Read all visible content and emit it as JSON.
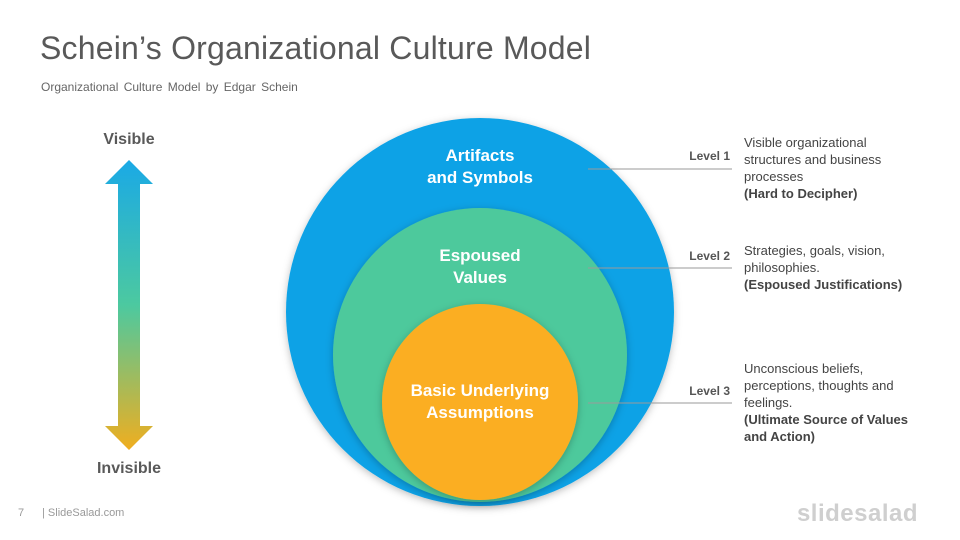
{
  "header": {
    "title": "Schein’s Organizational Culture Model",
    "subtitle": "Organizational Culture Model by Edgar Schein"
  },
  "arrow": {
    "top_label": "Visible",
    "bottom_label": "Invisible",
    "gradient": [
      "#1aa9e6",
      "#4cc9a0",
      "#f0ae1f"
    ]
  },
  "circles": [
    {
      "label_line1": "Artifacts",
      "label_line2": "and Symbols",
      "color": "#0ca2e6"
    },
    {
      "label_line1": "Espoused",
      "label_line2": "Values",
      "color": "#4dc99c"
    },
    {
      "label_line1": "Basic Underlying",
      "label_line2": "Assumptions",
      "color": "#fbae22"
    }
  ],
  "levels": [
    {
      "label": "Level 1",
      "desc_lines": [
        "Visible organizational",
        "structures and business",
        "processes"
      ],
      "strong_lines": [
        "(Hard to Decipher)"
      ]
    },
    {
      "label": "Level 2",
      "desc_lines": [
        "Strategies, goals, vision,",
        "philosophies."
      ],
      "strong_lines": [
        "(Espoused Justifications)"
      ]
    },
    {
      "label": "Level 3",
      "desc_lines": [
        "Unconscious beliefs,",
        "perceptions, thoughts and",
        "feelings."
      ],
      "strong_lines": [
        "(Ultimate Source of Values",
        "and Action)"
      ]
    }
  ],
  "footer": {
    "page_number": "7",
    "site": "| SlideSalad.com",
    "brand": "slidesalad"
  }
}
